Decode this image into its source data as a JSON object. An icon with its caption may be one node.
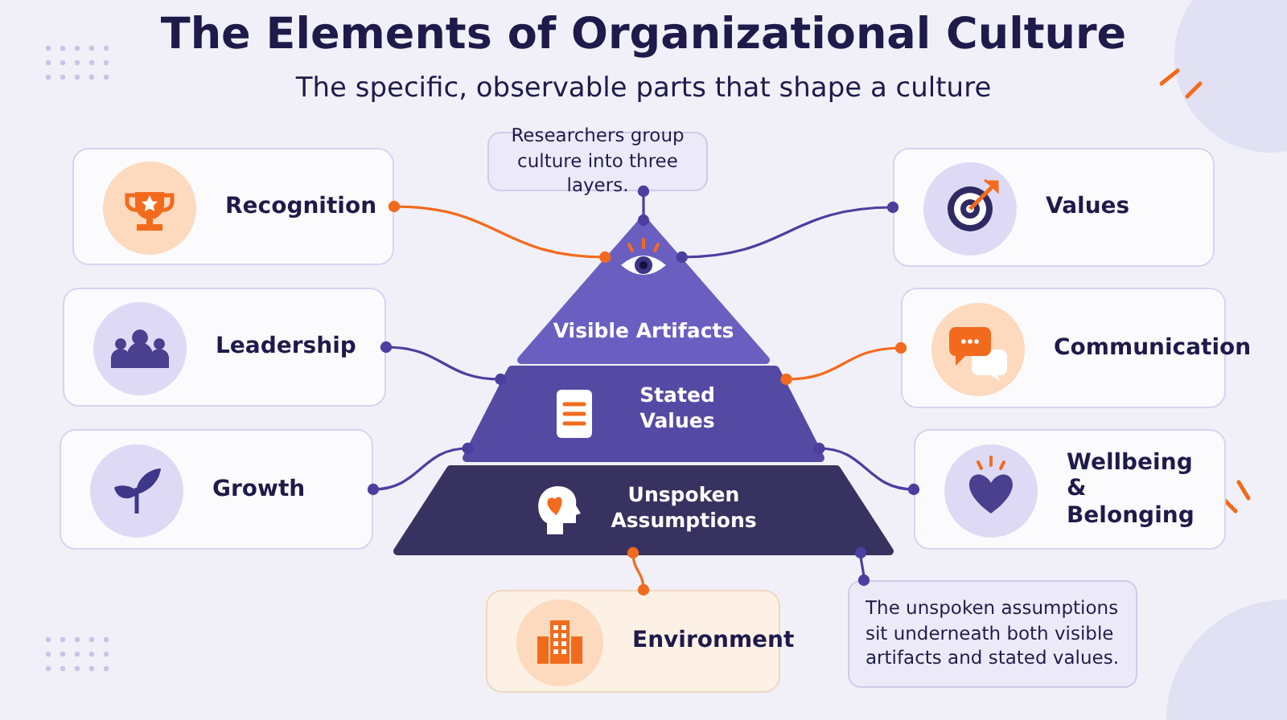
{
  "diagram": {
    "title": "The Elements of Organizational Culture",
    "nodes": [
      {
        "text": [
          "Researchers group culture into three layers."
        ]
      },
      {
        "text": [
          "Visible Artifacts"
        ]
      },
      {
        "text": [
          "Stated Values"
        ]
      },
      {
        "text": [
          "Unspoken Assumptions"
        ]
      },
      {
        "text": [
          "Recognition"
        ]
      },
      {
        "text": [
          "Leadership"
        ]
      },
      {
        "text": [
          "Growth"
        ]
      },
      {
        "text": [
          "Values"
        ]
      },
      {
        "text": [
          "Communication"
        ]
      },
      {
        "text": [
          "Wellbeing & Belonging"
        ]
      },
      {
        "text": [
          "Environment"
        ]
      },
      {
        "text": [
          "The unspoken assumptions sit underneath both visible artifacts and stated values."
        ]
      }
    ],
    "edges": [
      {
        "from": 0,
        "to": 1,
        "arrow": "other"
      },
      {
        "from": 4,
        "to": 1,
        "arrow": "other",
        "color": "#f26b1d"
      },
      {
        "from": 5,
        "to": 2,
        "arrow": "other"
      },
      {
        "from": 6,
        "to": 2,
        "arrow": "other"
      },
      {
        "from": 7,
        "to": 1,
        "arrow": "other"
      },
      {
        "from": 8,
        "to": 2,
        "arrow": "other",
        "color": "#f26b1d"
      },
      {
        "from": 9,
        "to": 2,
        "arrow": "other"
      },
      {
        "from": 10,
        "to": 3,
        "arrow": "other",
        "color": "#f26b1d"
      },
      {
        "from": 11,
        "to": 3,
        "arrow": "other"
      }
    ],
    "labels": [
      "The specific, observable parts that shape a culture"
    ]
  }
}
